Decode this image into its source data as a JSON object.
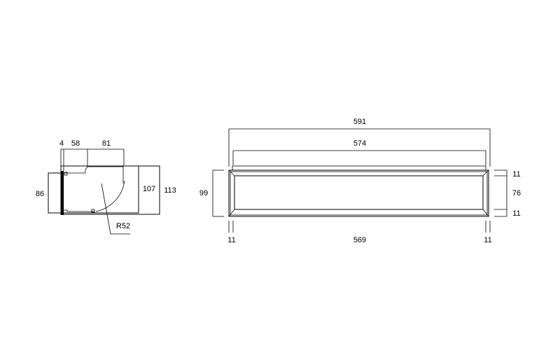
{
  "side_view": {
    "dims": {
      "top_a": "4",
      "top_b": "58",
      "top_c": "81",
      "left_height": "86",
      "inner_height": "107",
      "outer_height": "113",
      "radius": "R52"
    }
  },
  "front_view": {
    "dims": {
      "overall_width": "591",
      "inner_width": "574",
      "left_height": "99",
      "right_top": "11",
      "right_mid": "76",
      "right_bottom": "11",
      "bottom_left": "11",
      "bottom_mid": "569",
      "bottom_right": "11"
    }
  }
}
